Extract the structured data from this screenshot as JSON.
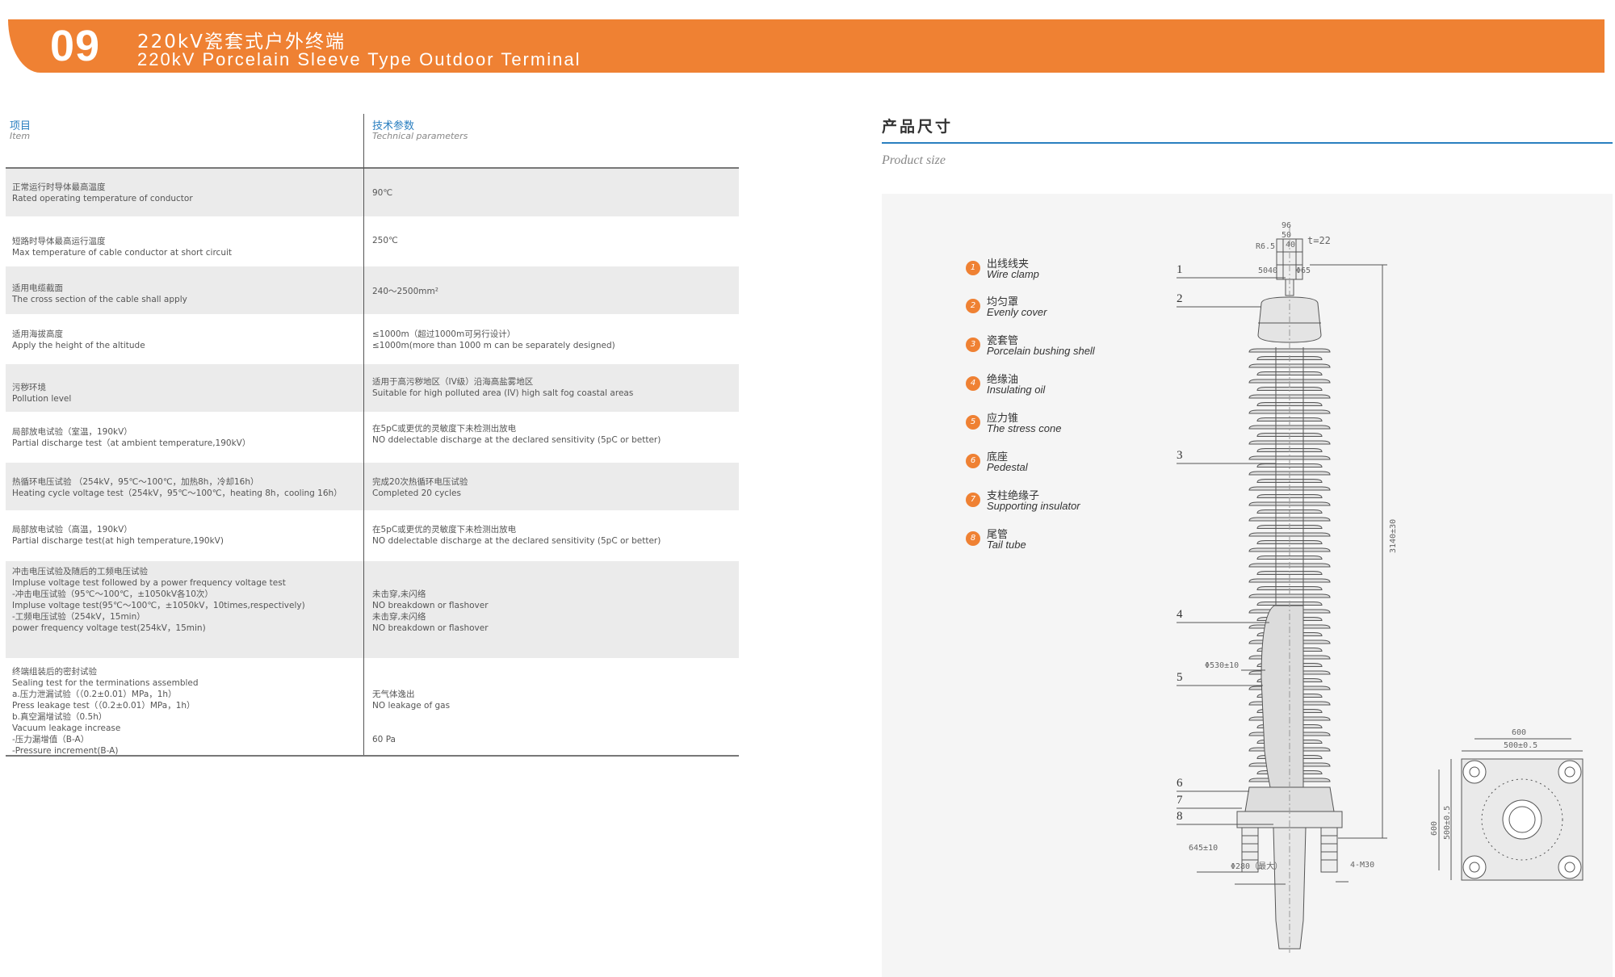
{
  "header": {
    "number": "09",
    "title_cn": "220kV瓷套式户外终端",
    "title_en": "220kV Porcelain Sleeve Type Outdoor Terminal"
  },
  "table": {
    "col_item_cn": "项目",
    "col_item_en": "Item",
    "col_param_cn": "技术参数",
    "col_param_en": "Technical parameters",
    "rows": [
      {
        "item": "正常运行时导体最高温度\nRated operating temperature of conductor",
        "param": "90℃"
      },
      {
        "item": "短路时导体最高运行温度\nMax temperature of cable conductor at short circuit",
        "param": "250℃"
      },
      {
        "item": "适用电缆截面\nThe cross section of the cable shall apply",
        "param": "240～2500mm²"
      },
      {
        "item": "适用海拔高度\nApply the height of the altitude",
        "param": "≤1000m（超过1000m可另行设计）\n≤1000m(more than 1000 m can be separately designed)"
      },
      {
        "item": "污秽环境\nPollution level",
        "param": "适用于高污秽地区（IV级）沿海高盐雾地区\nSuitable for high polluted area (IV) high salt fog coastal areas"
      },
      {
        "item": "局部放电试验（室温，190kV）\nPartial discharge test（at ambient temperature,190kV）",
        "param": "在5pC或更优的灵敏度下未检测出放电\nNO ddelectable discharge at the declared sensitivity (5pC or better)"
      },
      {
        "item": "热循环电压试验 （254kV，95℃～100℃，加热8h，冷却16h）\nHeating cycle voltage test（254kV，95℃～100℃，heating 8h，cooling 16h）",
        "param": "完成20次热循环电压试验\nCompleted 20 cycles"
      },
      {
        "item": "局部放电试验（高温，190kV）\nPartial discharge test(at high temperature,190kV)",
        "param": "在5pC或更优的灵敏度下未检测出放电\nNO ddelectable discharge at the declared sensitivity (5pC or better)"
      },
      {
        "item": "冲击电压试验及随后的工频电压试验\nImpluse voltage test followed by a power frequency voltage test\n-冲击电压试验（95℃～100℃，±1050kV各10次）\nImpluse voltage test(95℃～100℃，±1050kV，10times,respectively)\n-工频电压试验（254kV，15min）\npower frequency voltage test(254kV，15min)",
        "param": "\n\n未击穿,未闪络\nNO breakdown or flashover\n未击穿,未闪络\nNO breakdown or flashover"
      },
      {
        "item": "终端组装后的密封试验\nSealing test for the terminations assembled\na.压力泄漏试验（（0.2±0.01）MPa，1h）\nPress leakage test（（0.2±0.01）MPa，1h）\nb.真空漏增试验（0.5h）\nVacuum leakage increase\n-压力漏增值（B-A）\n-Pressure increment(B-A)",
        "param": "\n\n无气体逸出\nNO leakage of gas\n\n\n60 Pa\n"
      }
    ]
  },
  "product_size": {
    "title_cn": "产品尺寸",
    "title_en": "Product size",
    "legend": [
      {
        "num": "1",
        "cn": "出线线夹",
        "en": "Wire clamp"
      },
      {
        "num": "2",
        "cn": "均匀罩",
        "en": "Evenly cover"
      },
      {
        "num": "3",
        "cn": "瓷套管",
        "en": "Porcelain bushing shell"
      },
      {
        "num": "4",
        "cn": "绝缘油",
        "en": "Insulating oil"
      },
      {
        "num": "5",
        "cn": "应力锥",
        "en": "The stress cone"
      },
      {
        "num": "6",
        "cn": "底座",
        "en": "Pedestal"
      },
      {
        "num": "7",
        "cn": "支柱绝缘子",
        "en": "Supporting insulator"
      },
      {
        "num": "8",
        "cn": "尾管",
        "en": "Tail tube"
      }
    ],
    "dims": {
      "d96": "96",
      "d50a": "50",
      "d40a": "40",
      "t22": "t=22",
      "r65": "R6.5",
      "d50b": "50",
      "d40b": "40",
      "d65": "Φ65",
      "height": "3140±30",
      "d530": "Φ530±10",
      "d645": "645±10",
      "d280": "Φ280（最大）",
      "m30": "4-M30",
      "d600a": "600",
      "d500a": "500±0.5",
      "d600b": "600",
      "d500b": "500±0.5"
    },
    "callouts": [
      "1",
      "2",
      "3",
      "4",
      "5",
      "6",
      "7",
      "8"
    ]
  }
}
